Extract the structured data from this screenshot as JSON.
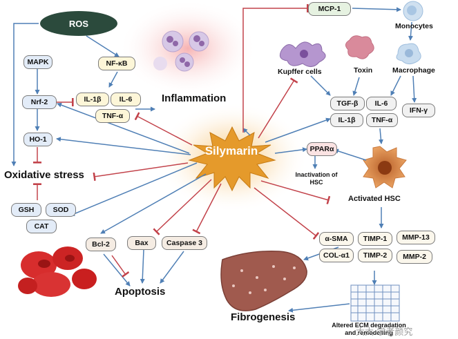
{
  "nodes": {
    "ros": "ROS",
    "mapk": "MAPK",
    "nfkb": "NF-κB",
    "nrf2": "Nrf-2",
    "il1b": "IL-1β",
    "il6": "IL-6",
    "tnfa": "TNF-α",
    "ho1": "HO-1",
    "inflammation": "Inflammation",
    "oxidative_stress": "Oxidative stress",
    "gsh": "GSH",
    "sod": "SOD",
    "cat": "CAT",
    "silymarin": "Silymarin",
    "bcl2": "Bcl-2",
    "bax": "Bax",
    "caspase3": "Caspase 3",
    "apoptosis": "Apoptosis",
    "mcp1": "MCP-1",
    "monocytes": "Monocytes",
    "kupffer_cells": "Kupffer cells",
    "toxin": "Toxin",
    "macrophage": "Macrophage",
    "tgfb": "TGF-β",
    "il6_r": "IL-6",
    "ifng": "IFN-γ",
    "il1b_r": "IL-1β",
    "tnfa_r": "TNF-α",
    "ppara": "PPARα",
    "inactivation_hsc": "Inactivation of HSC",
    "activated_hsc": "Activated HSC",
    "asma": "α-SMA",
    "timp1": "TIMP-1",
    "mmp13": "MMP-13",
    "cola1": "COL-α1",
    "timp2": "TIMP-2",
    "mmp2": "MMP-2",
    "fibrogenesis": "Fibrogenesis",
    "ecm": "Altered ECM degradation and remodelling"
  },
  "watermark": "大大·学者颜究",
  "colors": {
    "activation_arrow": "#4f7fb5",
    "inhibition_arrow": "#c2424a",
    "silymarin_star": "#e59a2b",
    "ros": "#2b4a3c"
  }
}
